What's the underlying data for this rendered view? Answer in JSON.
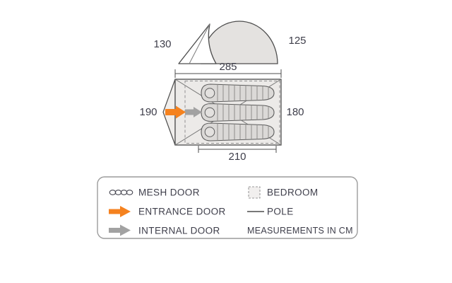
{
  "diagram": {
    "side_view": {
      "left_height": "130",
      "right_height": "125",
      "width": "285"
    },
    "floor_plan": {
      "left_depth": "190",
      "right_depth": "180",
      "inner_width": "210"
    }
  },
  "legend": {
    "mesh_door": "MESH DOOR",
    "entrance_door": "ENTRANCE DOOR",
    "internal_door": "INTERNAL DOOR",
    "bedroom": "BEDROOM",
    "pole": "POLE",
    "note": "MEASUREMENTS IN CM"
  },
  "colors": {
    "entrance_orange": "#f5821f",
    "internal_gray": "#a2a2a2",
    "outline": "#4d4d4d"
  }
}
